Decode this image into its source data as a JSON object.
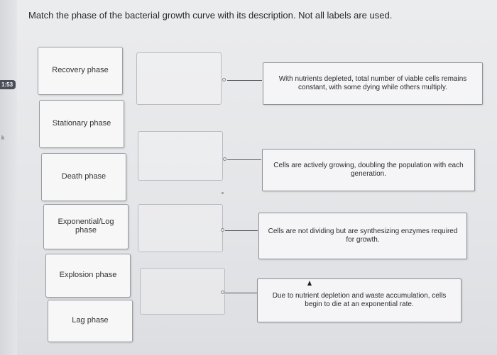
{
  "timer": "1:53",
  "side_mark": "k",
  "instruction": "Match the phase of the bacterial growth curve with its description. Not all labels are used.",
  "labels": [
    {
      "text": "Recovery phase"
    },
    {
      "text": "Stationary phase"
    },
    {
      "text": "Death phase"
    },
    {
      "text": "Exponential/Log phase"
    },
    {
      "text": "Explosion phase"
    },
    {
      "text": "Lag phase"
    }
  ],
  "descriptions": [
    {
      "text": "With nutrients depleted, total number of viable cells remains constant, with some dying while others multiply."
    },
    {
      "text": "Cells are actively growing, doubling the population with each generation."
    },
    {
      "text": "Cells are not dividing but are synthesizing enzymes required for growth."
    },
    {
      "text": "Due to nutrient depletion and waste accumulation, cells begin to die at an exponential rate."
    }
  ]
}
